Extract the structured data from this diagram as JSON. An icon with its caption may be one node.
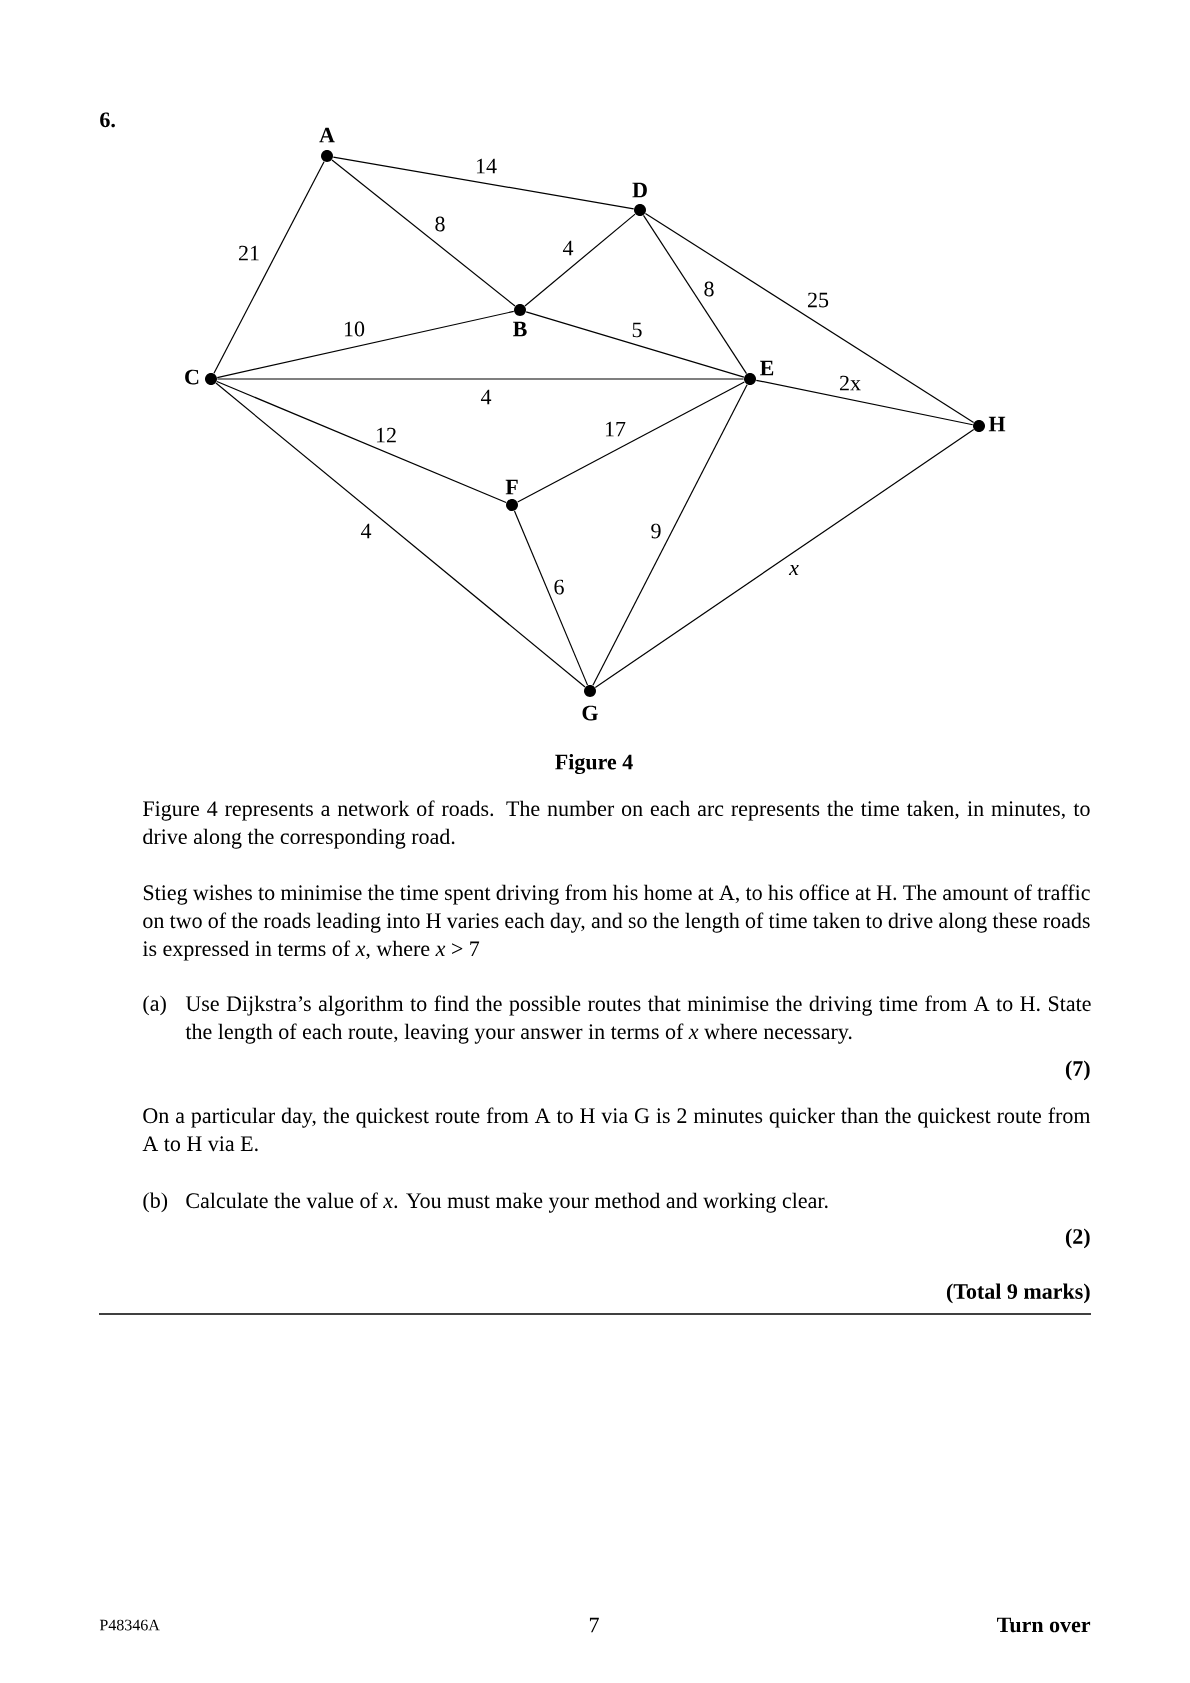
{
  "diagram": {
    "caption": "Figure 4",
    "nodes": [
      {
        "text": [
          "A"
        ]
      },
      {
        "text": [
          "D"
        ]
      },
      {
        "text": [
          "B"
        ]
      },
      {
        "text": [
          "C"
        ]
      },
      {
        "text": [
          "E"
        ]
      },
      {
        "text": [
          "H"
        ]
      },
      {
        "text": [
          "F"
        ]
      },
      {
        "text": [
          "G"
        ]
      }
    ],
    "edges": [
      {
        "from": 0,
        "to": 1,
        "arrow": "none",
        "label": "14"
      },
      {
        "from": 0,
        "to": 2,
        "arrow": "none",
        "label": "8"
      },
      {
        "from": 0,
        "to": 3,
        "arrow": "none",
        "label": "21"
      },
      {
        "from": 1,
        "to": 2,
        "arrow": "none",
        "label": "4"
      },
      {
        "from": 1,
        "to": 4,
        "arrow": "none",
        "label": "8"
      },
      {
        "from": 1,
        "to": 5,
        "arrow": "none",
        "label": "25"
      },
      {
        "from": 3,
        "to": 2,
        "arrow": "none",
        "label": "10"
      },
      {
        "from": 2,
        "to": 4,
        "arrow": "none",
        "label": "5"
      },
      {
        "from": 3,
        "to": 4,
        "arrow": "none",
        "label": "4"
      },
      {
        "from": 4,
        "to": 5,
        "arrow": "none",
        "label": "2x"
      },
      {
        "from": 3,
        "to": 6,
        "arrow": "none",
        "label": "12"
      },
      {
        "from": 6,
        "to": 4,
        "arrow": "none",
        "label": "17"
      },
      {
        "from": 3,
        "to": 7,
        "arrow": "none",
        "label": "4"
      },
      {
        "from": 6,
        "to": 7,
        "arrow": "none",
        "label": "6"
      },
      {
        "from": 4,
        "to": 7,
        "arrow": "none",
        "label": "9"
      },
      {
        "from": 7,
        "to": 5,
        "arrow": "none",
        "label": "*x*"
      }
    ],
    "labels": [
      "6.",
      "Figure 4 represents a network of roads.  The number on each arc represents the time taken, in minutes, to drive along the corresponding road.",
      "Stieg wishes to minimise the time spent driving from his home at A, to his office at H.  The amount of traffic on two of the roads leading into H varies each day, and so the length of time taken to drive along these roads is expressed in terms of *x*, where *x* > 7",
      "(a)",
      "Use Dijkstra’s algorithm to find the possible routes that minimise the driving time from A to H. State the length of each route, leaving your answer in terms of *x* where necessary.",
      "(7)",
      "On a particular day, the quickest route from A to H via G is 2 minutes quicker than the quickest route from A to H via E.",
      "(b)",
      "Calculate the value of *x*.  You must make your method and working clear.",
      "(2)",
      "(Total 9 marks)",
      "P48346A",
      "7",
      "Turn over"
    ]
  }
}
